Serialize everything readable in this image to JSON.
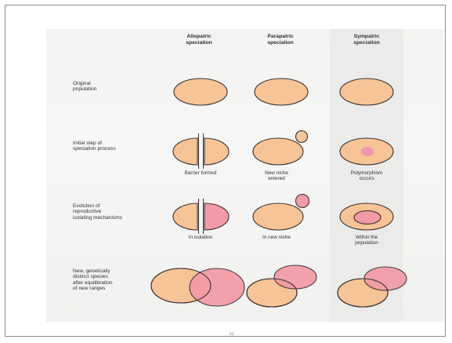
{
  "columns": [
    {
      "label": "Allopatric\nspeciation"
    },
    {
      "label": "Parapatric\nspeciation"
    },
    {
      "label": "Sympatric\nspeciation"
    }
  ],
  "rows": [
    {
      "label": "Original\npopulation"
    },
    {
      "label": "Initial step of\nspeciation process"
    },
    {
      "label": "Evolution of\nreproductive\nisolating mechanisms"
    },
    {
      "label": "New, genetically\ndistinct species\nafter equilibration\nof new ranges"
    }
  ],
  "captions": {
    "barrier": "Barrier formed",
    "new_niche": "New niche\nentered",
    "polymorphism": "Polymorphism\noccurs",
    "isolation": "In isolation",
    "in_niche": "In new niche",
    "within": "Within the\npopulation"
  },
  "page_number": "25",
  "colors": {
    "population_fill": "#f6c497",
    "new_species_fill": "#f29aa5",
    "polymorphism_spot": "#ee8faa",
    "outline": "#3a3030",
    "sympatric_panel": "#eeeeec"
  }
}
